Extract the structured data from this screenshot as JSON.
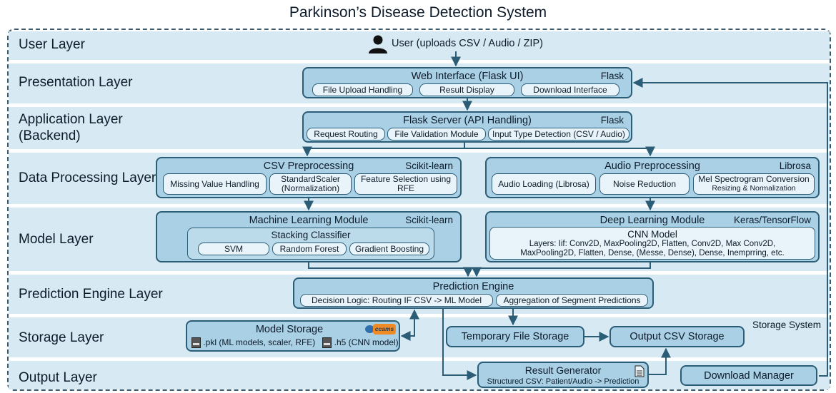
{
  "title": "Parkinson’s Disease Detection System",
  "layers": {
    "user": "User Layer",
    "presentation": "Presentation Layer",
    "application": "Application Layer\n(Backend)",
    "data_processing": "Data Processing Layer",
    "model": "Model Layer",
    "prediction": "Prediction Engine Layer",
    "storage": "Storage Layer",
    "output": "Output Layer"
  },
  "user": {
    "label": "User (uploads CSV / Audio / ZIP)",
    "icon": "user-icon"
  },
  "web_interface": {
    "title": "Web Interface (Flask UI)",
    "tag": "Flask",
    "items": [
      "File Upload Handling",
      "Result Display",
      "Download Interface"
    ]
  },
  "flask_server": {
    "title": "Flask Server (API Handling)",
    "tag": "Flask",
    "items": [
      "Request Routing",
      "File Validation Module",
      "Input Type Detection (CSV / Audio)"
    ]
  },
  "csv_preprocessing": {
    "title": "CSV Preprocessing",
    "tag": "Scikit-learn",
    "items": [
      {
        "main": "Missing Value Handling",
        "sub": ""
      },
      {
        "main": "StandardScaler",
        "sub": "(Normalization)"
      },
      {
        "main": "Feature Selection using",
        "sub": "RFE"
      }
    ]
  },
  "audio_preprocessing": {
    "title": "Audio Preprocessing",
    "tag": "Librosa",
    "items": [
      {
        "main": "Audio Loading (Librosa)",
        "sub": ""
      },
      {
        "main": "Noise Reduction",
        "sub": ""
      },
      {
        "main": "Mel Spectrogram Conversion",
        "sub": "Resizing & Normalization"
      }
    ]
  },
  "ml_module": {
    "title": "Machine Learning Module",
    "tag": "Scikit-learn",
    "stacking": "Stacking Classifier",
    "items": [
      "SVM",
      "Random Forest",
      "Gradient Boosting"
    ]
  },
  "dl_module": {
    "title": "Deep Learning Module",
    "tag": "Keras/TensorFlow",
    "cnn_title": "CNN Model",
    "cnn_line1": "Layers: Iif: Conv2D, MaxPooling2D, Flatten, Conv2D, Max Conv2D,",
    "cnn_line2": "MaxPooling2D, Flatten, Dense, (Messe, Dense), Dense, Inemprring, etc."
  },
  "prediction_engine": {
    "title": "Prediction Engine",
    "items": [
      "Decision Logic: Routing IF CSV -> ML Model",
      "Aggregation of Segment Predictions"
    ]
  },
  "model_storage": {
    "title": "Model Storage",
    "logo": "ccams",
    "pkl": ".pkl (ML models, scaler, RFE)",
    "h5": ".h5 (CNN model)"
  },
  "temp_storage": "Temporary File Storage",
  "output_csv": "Output CSV Storage",
  "storage_system": "Storage System",
  "result_generator": {
    "title": "Result Generator",
    "subtitle": "Structured CSV: Patient/Audio -> Prediction"
  },
  "download_manager": "Download Manager",
  "colors": {
    "band": "#d7e9f3",
    "box": "#a9d0e4",
    "border": "#2c5d77",
    "pill": "#e9f4fa"
  }
}
